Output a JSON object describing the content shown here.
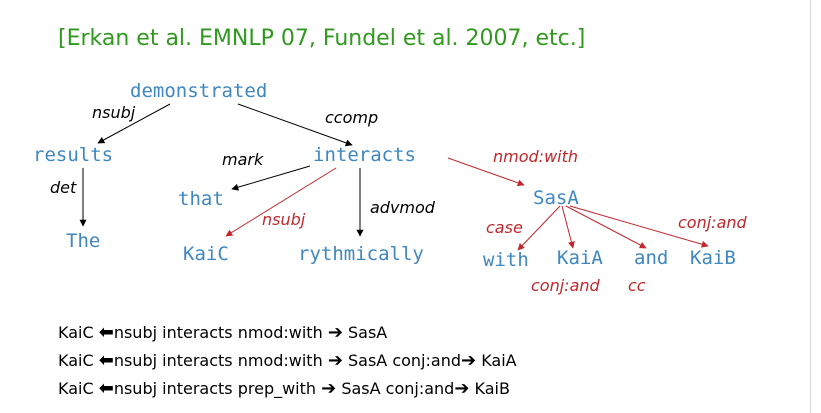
{
  "citation": "[Erkan et al. EMNLP 07, Fundel et al. 2007, etc.]",
  "words": {
    "demonstrated": "demonstrated",
    "results": "results",
    "the": "The",
    "interacts": "interacts",
    "that": "that",
    "kaic": "KaiC",
    "rythmically": "rythmically",
    "sasa": "SasA",
    "with": "with",
    "kaia": "KaiA",
    "and": "and",
    "kaib": "KaiB"
  },
  "deps": {
    "nsubj_top": "nsubj",
    "ccomp": "ccomp",
    "det": "det",
    "mark": "mark",
    "nsubj_red": "nsubj",
    "advmod": "advmod",
    "nmod_with": "nmod:with",
    "case": "case",
    "conj_and_right": "conj:and",
    "conj_and_bottom": "conj:and",
    "cc": "cc"
  },
  "paths": [
    {
      "a": "KaiC",
      "arrow1": "⬅",
      "b": "nsubj  interacts  nmod:with",
      "arrow2": "➔",
      "c": "SasA",
      "d": "",
      "arrow3": "",
      "e": ""
    },
    {
      "a": "KaiC",
      "arrow1": "⬅",
      "b": "nsubj  interacts nmod:with",
      "arrow2": "➔",
      "c": "SasA  conj:and",
      "d": "",
      "arrow3": "➔",
      "e": "KaiA"
    },
    {
      "a": "KaiC",
      "arrow1": "⬅",
      "b": "nsubj  interacts  prep_with",
      "arrow2": "➔",
      "c": "SasA  conj:and",
      "d": "",
      "arrow3": "➔",
      "e": "KaiB"
    }
  ],
  "colors": {
    "citation": "#2f9a1e",
    "word": "#3f87bf",
    "red_edge": "#c0282d",
    "black_edge": "#000000"
  }
}
